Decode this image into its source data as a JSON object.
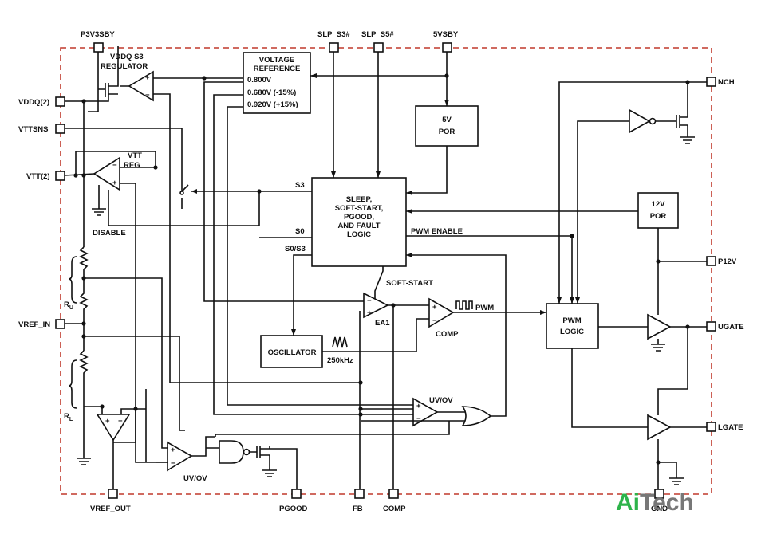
{
  "pins": {
    "p3v3sby": "P3V3SBY",
    "slp_s3": "SLP_S3#",
    "slp_s5": "SLP_S5#",
    "v5vsby": "5VSBY",
    "vddq2": "VDDQ(2)",
    "vttsns": "VTTSNS",
    "vtt2": "VTT(2)",
    "vref_in": "VREF_IN",
    "vref_out": "VREF_OUT",
    "pgood": "PGOOD",
    "fb": "FB",
    "comp": "COMP",
    "nch": "NCH",
    "p12v": "P12V",
    "ugate": "UGATE",
    "lgate": "LGATE",
    "gnd": "GND"
  },
  "blocks": {
    "voltage_reference": {
      "title1": "VOLTAGE",
      "title2": "REFERENCE",
      "levels": [
        "0.800V",
        "0.680V (-15%)",
        "0.920V (+15%)"
      ]
    },
    "por5v": {
      "line1": "5V",
      "line2": "POR"
    },
    "por12v": {
      "line1": "12V",
      "line2": "POR"
    },
    "sleep_logic": {
      "lines": [
        "SLEEP,",
        "SOFT-START,",
        "PGOOD,",
        "AND FAULT",
        "LOGIC"
      ]
    },
    "oscillator": "OSCILLATOR",
    "pwm_logic": {
      "line1": "PWM",
      "line2": "LOGIC"
    }
  },
  "labels": {
    "vddq_s3_1": "VDDQ S3",
    "vddq_s3_2": "REGULATOR",
    "vtt_reg_1": "VTT",
    "vtt_reg_2": "REG",
    "disable": "DISABLE",
    "s3": "S3",
    "s0": "S0",
    "s0s3": "S0/S3",
    "soft_start": "SOFT-START",
    "pwm_enable": "PWM ENABLE",
    "ea1": "EA1",
    "comp_amp": "COMP",
    "pwm": "PWM",
    "freq": "250kHz",
    "uvov1": "UV/OV",
    "uvov2": "UV/OV",
    "ru_main": "R",
    "ru_sub": "U",
    "rl_main": "R",
    "rl_sub": "L",
    "plus": "+",
    "minus": "−"
  },
  "watermark": {
    "part1": "Ai",
    "part2": "Tech",
    "color1": "#2db34a",
    "color2": "#777777"
  },
  "colors": {
    "border": "#c0392b",
    "line": "#111111"
  }
}
